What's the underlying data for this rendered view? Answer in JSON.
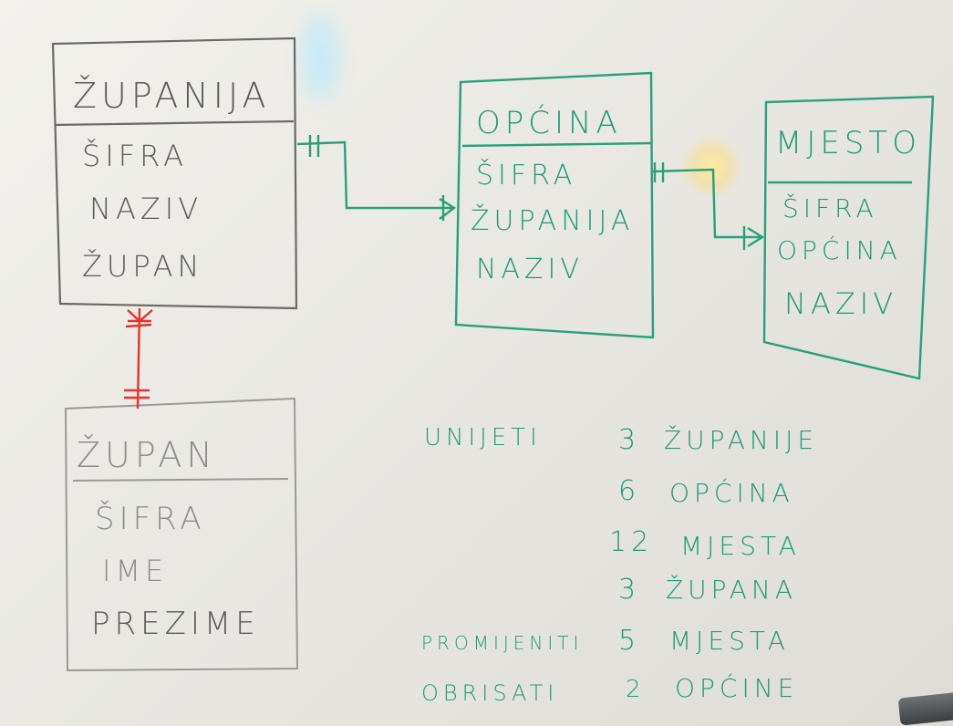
{
  "entities": {
    "zupanija": {
      "title": "ŽUPANIJA",
      "attributes": [
        "ŠIFRA",
        "NAZIV",
        "ŽUPAN"
      ]
    },
    "opcina": {
      "title": "OPĆINA",
      "attributes": [
        "ŠIFRA",
        "ŽUPANIJA",
        "NAZIV"
      ]
    },
    "mjesto": {
      "title": "MJESTO",
      "attributes": [
        "ŠIFRA",
        "OPĆINA",
        "NAZIV"
      ]
    },
    "zupan": {
      "title": "ŽUPAN",
      "attributes": [
        "ŠIFRA",
        "IME",
        "PREZIME"
      ]
    }
  },
  "tasks": [
    {
      "verb": "UNIJETI",
      "count": "3",
      "object": "ŽUPANIJE"
    },
    {
      "verb": "",
      "count": "6",
      "object": "OPĆINA"
    },
    {
      "verb": "",
      "count": "12",
      "object": "MJESTA"
    },
    {
      "verb": "",
      "count": "3",
      "object": "ŽUPANA"
    },
    {
      "verb": "PROMIJENITI",
      "count": "5",
      "object": "MJESTA"
    },
    {
      "verb": "OBRISATI",
      "count": "2",
      "object": "OPĆINE"
    }
  ],
  "colors": {
    "grey_marker": "#5a5a57",
    "teal_marker": "#1f9b78",
    "red_marker": "#e8322e"
  }
}
